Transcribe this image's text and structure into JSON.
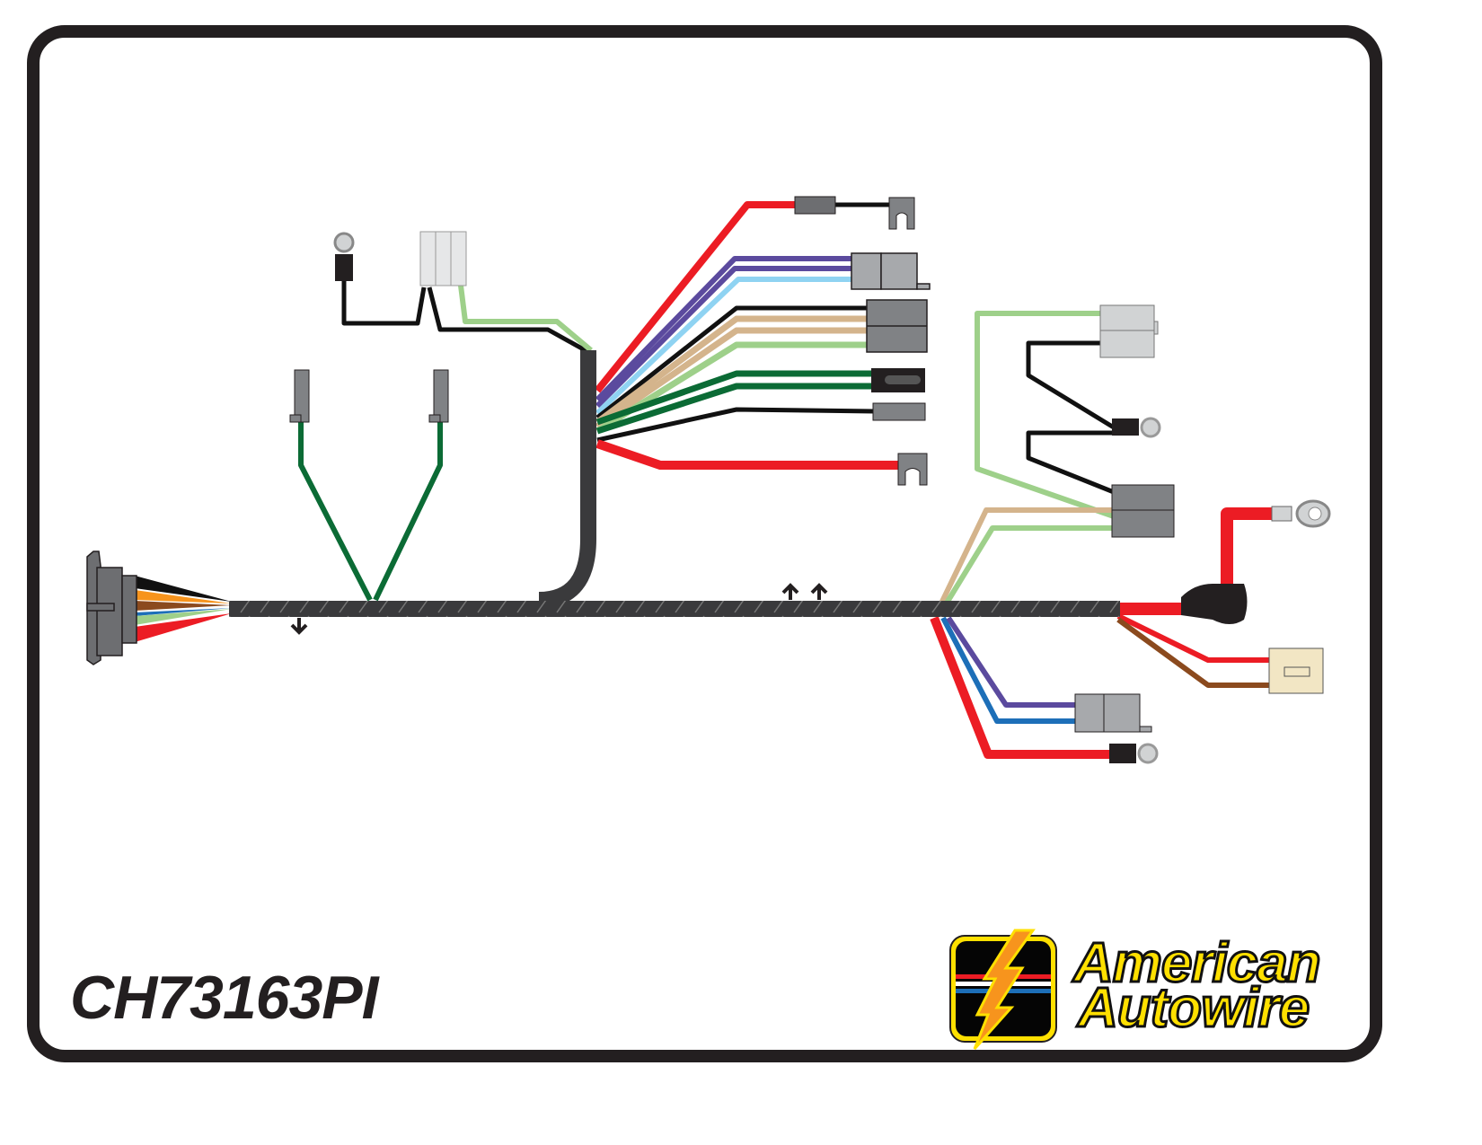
{
  "diagram": {
    "part_number": "CH73163PI",
    "brand": {
      "line1": "American",
      "line2": "Autowire"
    }
  },
  "colors": {
    "red": "#ec1c24",
    "black": "#111111",
    "purple": "#5b4a9e",
    "light_blue": "#8fd3f2",
    "tan": "#d4b48c",
    "light_green": "#9ed08a",
    "dark_green": "#0b6b35",
    "blue": "#1d6fb8",
    "brown": "#8b4a1e",
    "orange": "#f7941d",
    "loom": "#3a3a3c",
    "connector_gray": "#808285"
  }
}
